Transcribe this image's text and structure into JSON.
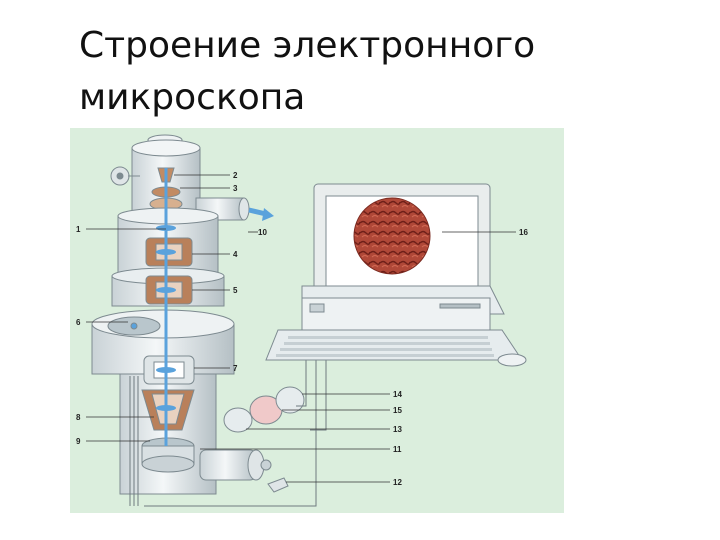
{
  "slide": {
    "title_line1": "Строение электронного",
    "title_line2": "микроскопа"
  },
  "diagram": {
    "labels": [
      "1",
      "2",
      "3",
      "4",
      "5",
      "6",
      "7",
      "8",
      "9",
      "10",
      "11",
      "12",
      "13",
      "14",
      "15",
      "16"
    ]
  },
  "colors": {
    "background": "#ffffff",
    "panel": "#dbeedd",
    "column": "#e6ecee",
    "column_stroke": "#7d8a90",
    "coil": "#b9805a",
    "beam": "#5aa2dc",
    "specimen": "#a23a2c",
    "monitor": "#e9eded",
    "screen": "#ffffff",
    "leader": "#333333"
  }
}
